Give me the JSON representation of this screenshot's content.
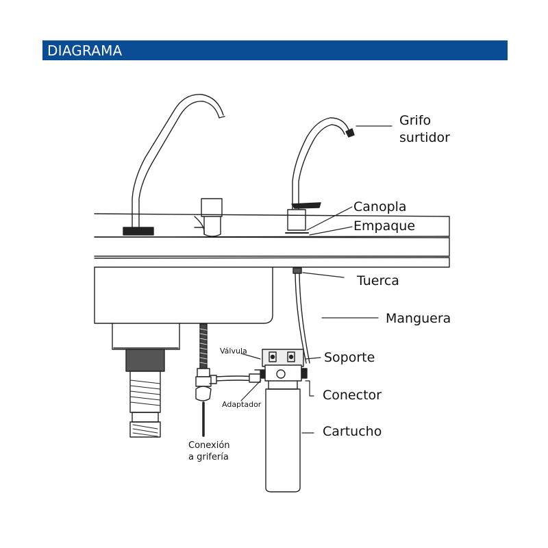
{
  "header": {
    "title": "DIAGRAMA"
  },
  "labels": {
    "grifo_line1": "Grifo",
    "grifo_line2": "surtidor",
    "canopla": "Canopla",
    "empaque": "Empaque",
    "tuerca": "Tuerca",
    "manguera": "Manguera",
    "valvula": "Válvula",
    "soporte": "Soporte",
    "adaptador": "Adaptador",
    "conector": "Conector",
    "cartucho": "Cartucho",
    "conexion_line1": "Conexión",
    "conexion_line2": "a grifería"
  },
  "colors": {
    "header_bg": "#0a4d94",
    "header_text": "#ffffff",
    "line": "#222222"
  }
}
